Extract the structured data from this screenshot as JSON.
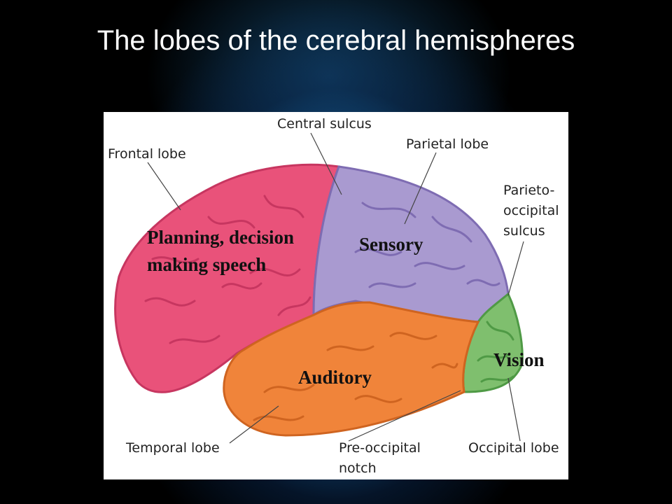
{
  "title": "The lobes of the cerebral hemispheres",
  "labels": {
    "central_sulcus": "Central sulcus",
    "frontal_lobe": "Frontal lobe",
    "parietal_lobe": "Parietal lobe",
    "parieto_occipital_1": "Parieto-",
    "parieto_occipital_2": "occipital",
    "parieto_occipital_3": "sulcus",
    "temporal_lobe": "Temporal lobe",
    "pre_occipital_1": "Pre-occipital",
    "pre_occipital_2": "notch",
    "occipital_lobe": "Occipital lobe"
  },
  "functions": {
    "frontal_1": "Planning, decision",
    "frontal_2": "making speech",
    "parietal": "Sensory",
    "temporal": "Auditory",
    "occipital": "Vision"
  },
  "colors": {
    "frontal": "#e9527a",
    "parietal": "#a99ad0",
    "temporal": "#f0843a",
    "occipital": "#7fbf6e"
  }
}
